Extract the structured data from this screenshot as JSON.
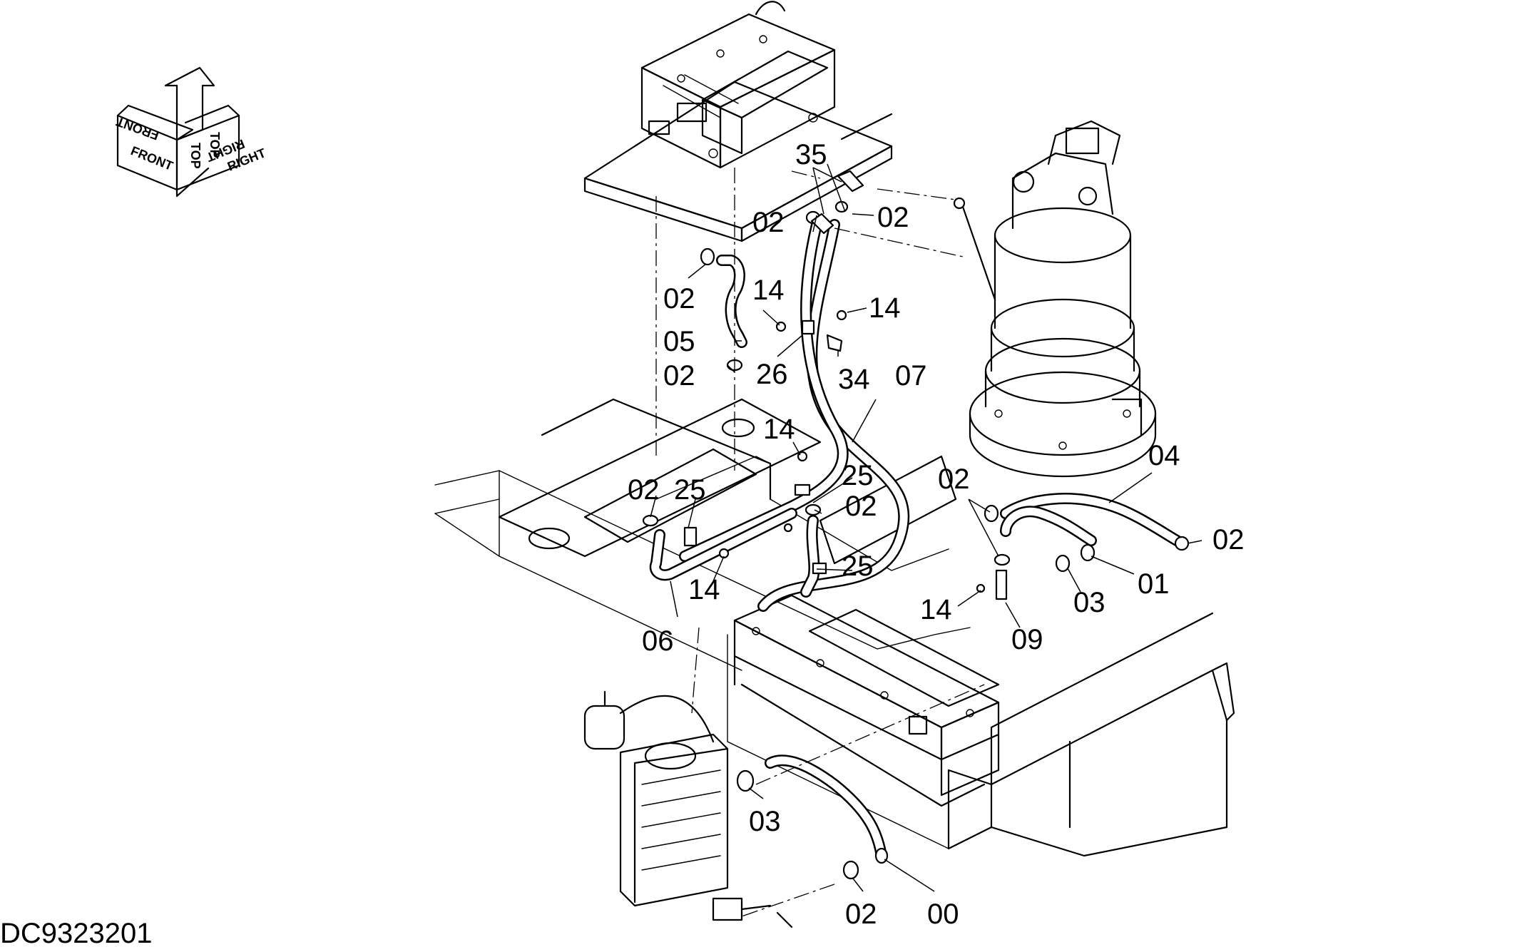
{
  "drawing_code": "DC9323201",
  "orientation_labels": {
    "front": "FRONT",
    "top": "TOP",
    "right": "RIGHT",
    "front_rot": "FRONT",
    "top_rot": "TOP",
    "right_rot": "RIGHT"
  },
  "callouts": {
    "c35": "35",
    "c02_top_right": "02",
    "c02_top_left": "02",
    "c02_a": "02",
    "c14_a": "14",
    "c14_b": "14",
    "c05": "05",
    "c02_b": "02",
    "c26": "26",
    "c34": "34",
    "c07": "07",
    "c14_c": "14",
    "c04": "04",
    "c02_c": "02",
    "c25_a": "25",
    "c25_b": "25",
    "c02_d": "02",
    "c02_e": "02",
    "c02_f": "02",
    "c25_c": "25",
    "c14_d": "14",
    "c01": "01",
    "c03_a": "03",
    "c14_e": "14",
    "c09": "09",
    "c06": "06",
    "c03_b": "03",
    "c02_g": "02",
    "c00": "00"
  }
}
